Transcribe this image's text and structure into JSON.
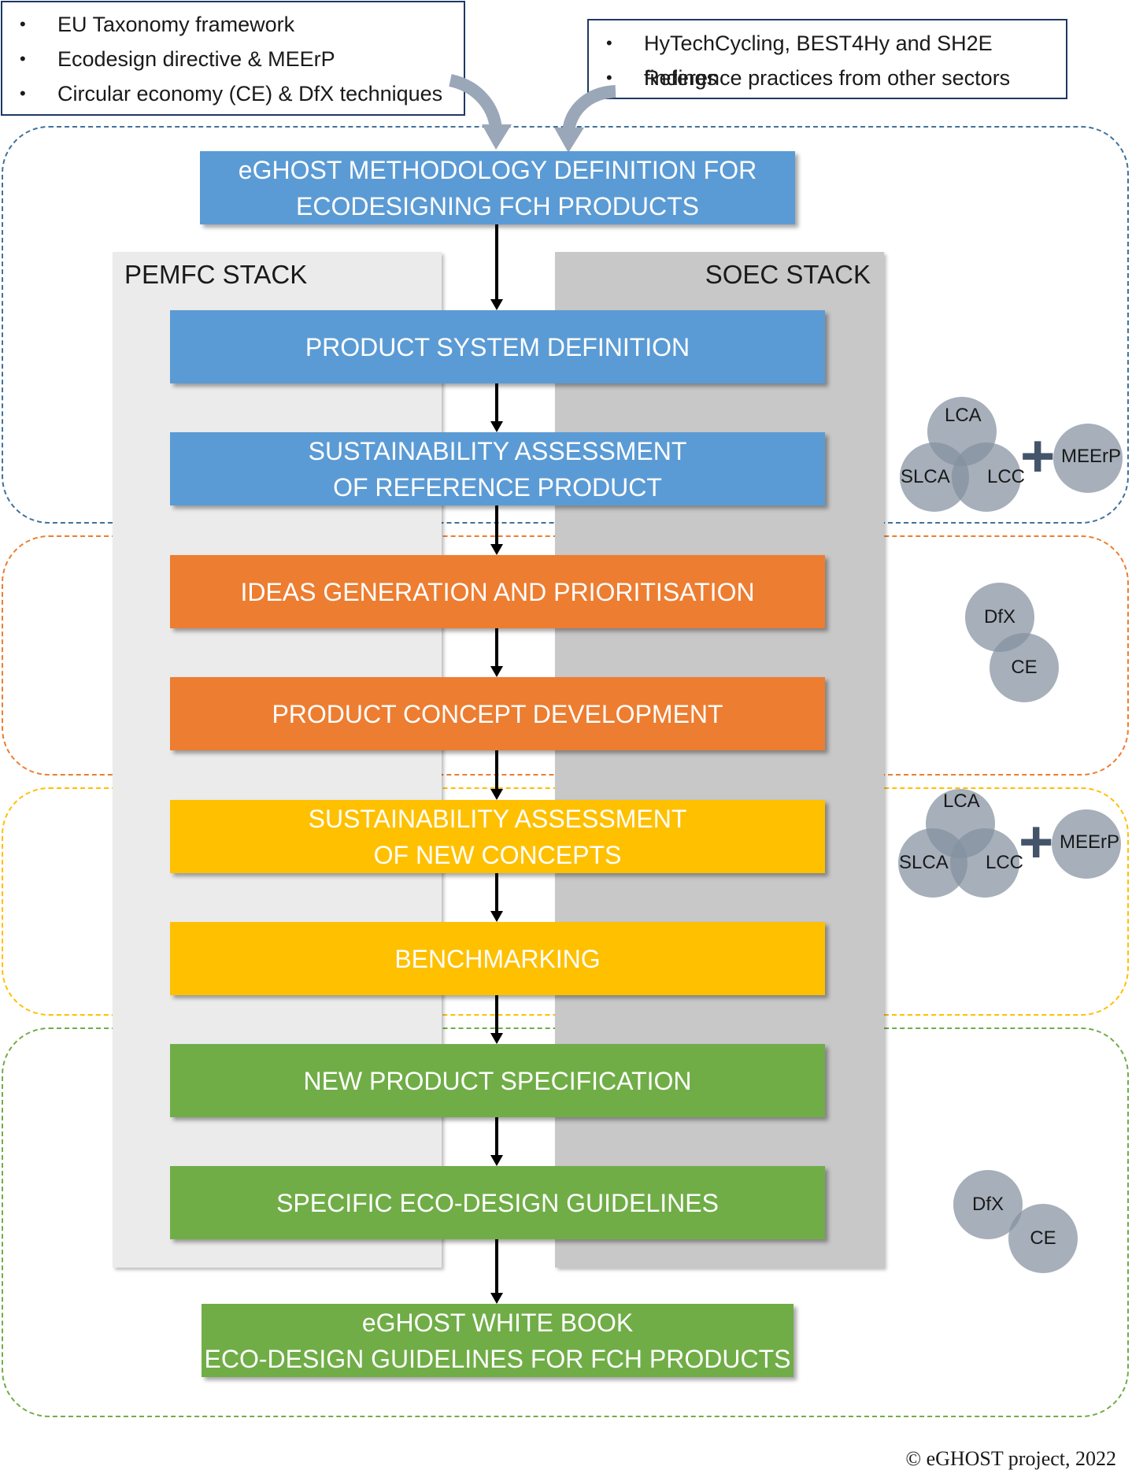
{
  "inputs": {
    "left": [
      "EU Taxonomy framework",
      "Ecodesign directive & MEErP",
      "Circular economy  (CE) & DfX techniques"
    ],
    "right": [
      "HyTechCycling, BEST4Hy and SH2E findings",
      "Reference practices from other sectors"
    ],
    "bullet": "•"
  },
  "columns": {
    "left_label": "PEMFC STACK",
    "right_label": "SOEC STACK"
  },
  "steps": {
    "methodology": [
      "eGHOST METHODOLOGY DEFINITION FOR",
      "ECODESIGNING FCH PRODUCTS"
    ],
    "product_system": [
      "PRODUCT SYSTEM DEFINITION"
    ],
    "sust_reference": [
      "SUSTAINABILITY ASSESSMENT",
      "OF REFERENCE PRODUCT"
    ],
    "ideas": [
      "IDEAS GENERATION AND PRIORITISATION"
    ],
    "concept": [
      "PRODUCT CONCEPT DEVELOPMENT"
    ],
    "sust_new": [
      "SUSTAINABILITY ASSESSMENT",
      "OF NEW CONCEPTS"
    ],
    "benchmarking": [
      "BENCHMARKING"
    ],
    "new_spec": [
      "NEW PRODUCT SPECIFICATION"
    ],
    "guidelines": [
      "SPECIFIC ECO-DESIGN GUIDELINES"
    ],
    "white_book": [
      "eGHOST WHITE BOOK",
      "ECO-DESIGN GUIDELINES FOR FCH PRODUCTS"
    ]
  },
  "tools": {
    "assessment": {
      "lca": "LCA",
      "slca": "SLCA",
      "lcc": "LCC",
      "plus": "+",
      "meerp": "MEErP"
    },
    "design": {
      "dfx": "DfX",
      "ce": "CE"
    }
  },
  "colors": {
    "blue": "#5b9bd5",
    "orange": "#ed7d31",
    "yellow": "#ffc000",
    "green": "#70ad47",
    "phase_blue": "#41719c",
    "phase_orange": "#ed7d31",
    "phase_yellow": "#ffc000",
    "phase_green": "#70ad47",
    "column_light": "#ebebeb",
    "column_dark": "#c8c8c8"
  },
  "footer": {
    "copyright": "© eGHOST project, 2022"
  }
}
